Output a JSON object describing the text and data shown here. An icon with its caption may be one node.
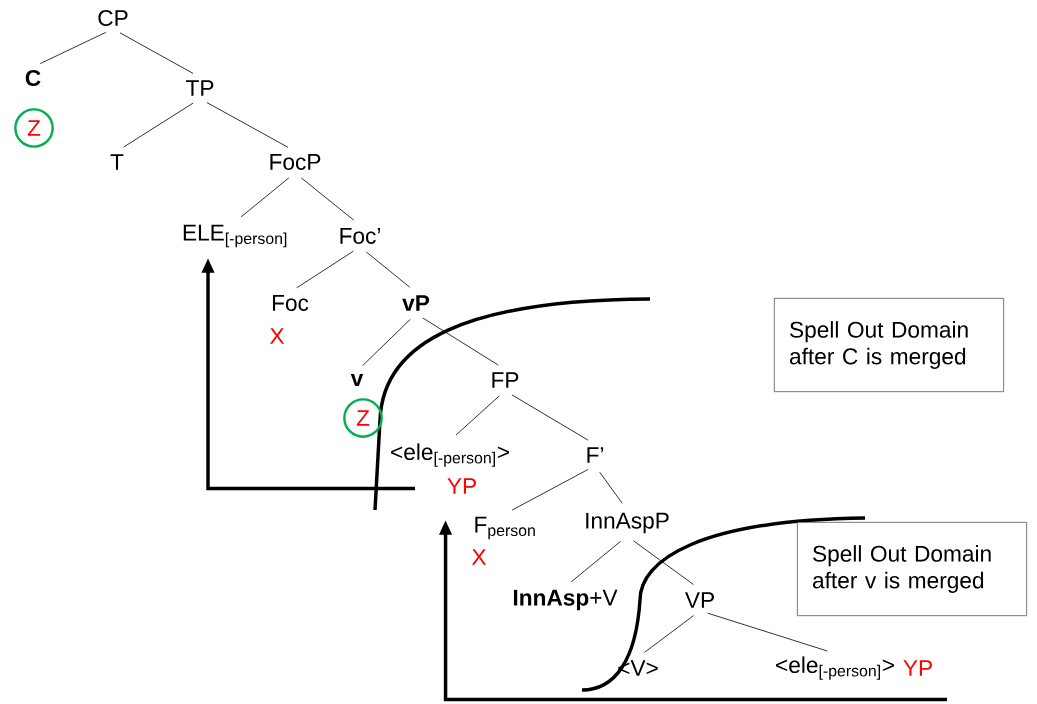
{
  "diagram": {
    "nodes": [
      {
        "text": [
          "CP"
        ]
      },
      {
        "text": [
          "C"
        ]
      },
      {
        "text": [
          "Z"
        ]
      },
      {
        "text": [
          "TP"
        ]
      },
      {
        "text": [
          "T"
        ]
      },
      {
        "text": [
          "FocP"
        ]
      },
      {
        "text": [
          "ELE$_{[-person]}$"
        ]
      },
      {
        "text": [
          "Foc’"
        ]
      },
      {
        "text": [
          "Foc"
        ],
        "beside": [
          "X"
        ]
      },
      {
        "text": [
          "vP"
        ]
      },
      {
        "text": [
          "v"
        ]
      },
      {
        "text": [
          "Z"
        ]
      },
      {
        "text": [
          "FP"
        ]
      },
      {
        "text": [
          "<ele$_{[-person]}$>"
        ],
        "beside": [
          "YP"
        ]
      },
      {
        "text": [
          "F’"
        ]
      },
      {
        "text": [
          "F$_{person}$"
        ],
        "beside": [
          "X"
        ]
      },
      {
        "text": [
          "InnAspP"
        ]
      },
      {
        "text": [
          "**InnAsp**+V"
        ]
      },
      {
        "text": [
          "VP"
        ]
      },
      {
        "text": [
          "<V>"
        ]
      },
      {
        "text": [
          "<ele$_{[-person]}$>"
        ],
        "beside": [
          "YP"
        ]
      },
      {
        "text": [
          "Spell Out Domain after C is merged"
        ]
      },
      {
        "text": [
          "Spell Out Domain after v is merged"
        ]
      }
    ],
    "edges": [
      {
        "from": 0,
        "to": 1,
        "arrow": "none"
      },
      {
        "from": 0,
        "to": 3,
        "arrow": "none"
      },
      {
        "from": 3,
        "to": 4,
        "arrow": "none"
      },
      {
        "from": 3,
        "to": 5,
        "arrow": "none"
      },
      {
        "from": 5,
        "to": 6,
        "arrow": "none"
      },
      {
        "from": 5,
        "to": 7,
        "arrow": "none"
      },
      {
        "from": 7,
        "to": 8,
        "arrow": "none"
      },
      {
        "from": 7,
        "to": 9,
        "arrow": "none"
      },
      {
        "from": 9,
        "to": 10,
        "arrow": "none"
      },
      {
        "from": 9,
        "to": 12,
        "arrow": "none"
      },
      {
        "from": 12,
        "to": 13,
        "arrow": "none"
      },
      {
        "from": 12,
        "to": 14,
        "arrow": "none"
      },
      {
        "from": 14,
        "to": 15,
        "arrow": "none"
      },
      {
        "from": 14,
        "to": 16,
        "arrow": "none"
      },
      {
        "from": 16,
        "to": 17,
        "arrow": "none"
      },
      {
        "from": 16,
        "to": 18,
        "arrow": "none"
      },
      {
        "from": 18,
        "to": 19,
        "arrow": "none"
      },
      {
        "from": 18,
        "to": 20,
        "arrow": "none"
      },
      {
        "from": 13,
        "to": 6,
        "arrow": "to",
        "style": "thick"
      },
      {
        "from": 20,
        "to": 15,
        "arrow": "to",
        "style": "thick"
      }
    ]
  }
}
